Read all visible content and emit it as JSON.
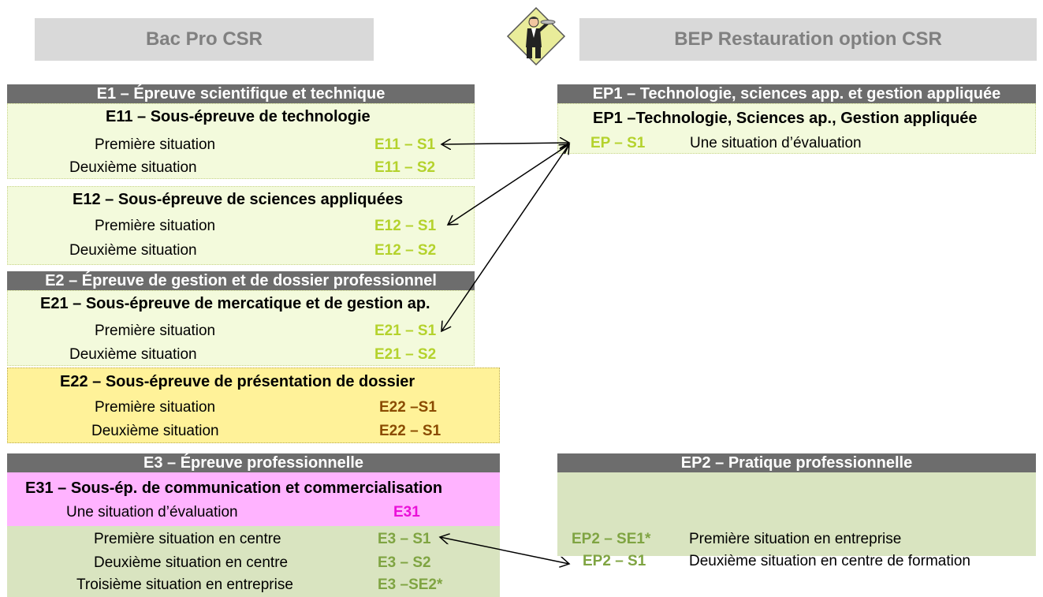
{
  "headers": {
    "left": "Bac Pro CSR",
    "right": "BEP Restauration option CSR"
  },
  "bac": {
    "e1": {
      "title": "E1 – Épreuve scientifique et technique",
      "e11": {
        "title": "E11 – Sous-épreuve de technologie",
        "rows": [
          {
            "label": "Première situation",
            "code": "E11 – S1"
          },
          {
            "label": "Deuxième situation",
            "code": "E11 – S2"
          }
        ]
      },
      "e12": {
        "title": "E12 – Sous-épreuve de sciences appliquées",
        "rows": [
          {
            "label": "Première situation",
            "code": "E12 – S1"
          },
          {
            "label": "Deuxième situation",
            "code": "E12 – S2"
          }
        ]
      }
    },
    "e2": {
      "title": "E2 – Épreuve de gestion et de dossier professionnel",
      "e21": {
        "title": "E21 – Sous-épreuve de mercatique et de gestion ap.",
        "rows": [
          {
            "label": "Première situation",
            "code": "E21 – S1"
          },
          {
            "label": "Deuxième situation",
            "code": "E21 – S2"
          }
        ]
      },
      "e22": {
        "title": "E22 – Sous-épreuve de présentation de dossier",
        "rows": [
          {
            "label": "Première situation",
            "code": "E22 –S1"
          },
          {
            "label": "Deuxième situation",
            "code": "E22 – S1"
          }
        ]
      }
    },
    "e3": {
      "title": "E3 – Épreuve professionnelle",
      "e31": {
        "title": "E31 – Sous-ép. de communication et commercialisation",
        "row": {
          "label": "Une situation d’évaluation",
          "code": "E31"
        }
      },
      "rows": [
        {
          "label": "Première situation en centre",
          "code": "E3 – S1"
        },
        {
          "label": "Deuxième situation en centre",
          "code": "E3 – S2"
        },
        {
          "label": "Troisième situation en entreprise",
          "code": "E3 –SE2*"
        }
      ]
    }
  },
  "bep": {
    "ep1": {
      "title": "EP1 – Technologie, sciences app. et gestion appliquée",
      "subtitle": "EP1 –Technologie, Sciences ap., Gestion appliquée",
      "row": {
        "code": "EP – S1",
        "label": "Une situation d’évaluation"
      }
    },
    "ep2": {
      "title": "EP2 – Pratique professionnelle",
      "rows": [
        {
          "code": "EP2 – SE1*",
          "label": "Première situation en entreprise"
        },
        {
          "code": "EP2 – S1",
          "label": "Deuxième situation en centre de formation"
        }
      ]
    }
  },
  "icon": "waiter-icon",
  "colors": {
    "header_bg": "#d9d9d9",
    "bar_bg": "#6d6d6d",
    "lime_code": "#b4d22c",
    "brown_code": "#8a4b00",
    "magenta_code": "#ea10d8",
    "green_code": "#7fa442",
    "light_panel": "#f3fadc",
    "yellow_panel": "#fff299",
    "pink_panel": "#ffb3ff",
    "olive_panel": "#d9e4c0"
  }
}
